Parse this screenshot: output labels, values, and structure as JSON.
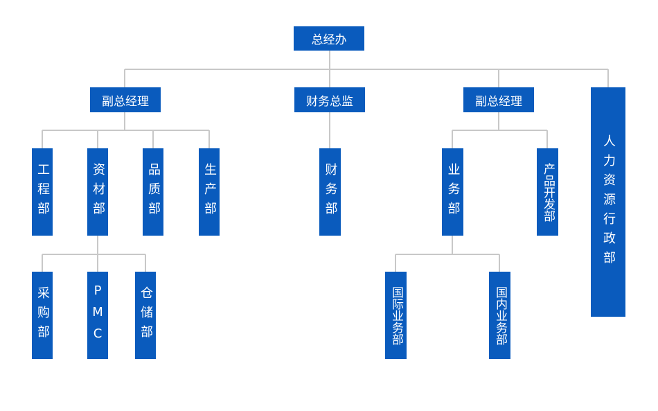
{
  "org": {
    "ceo_office": "总经办",
    "deputy_gm_left": "副总经理",
    "finance_director": "财务总监",
    "deputy_gm_right": "副总经理",
    "hr_admin": "人力资源行政部",
    "engineering": "工程部",
    "materials": "资材部",
    "quality": "品质部",
    "production": "生产部",
    "finance_dept": "财务部",
    "business": "业务部",
    "product_dev": "产品开发部",
    "purchasing": "采购部",
    "pmc": "PMC",
    "warehouse": "仓储部",
    "intl_business": "国际业务部",
    "domestic_business": "国内业务部"
  },
  "colors": {
    "node": "#0a5bbd",
    "line": "#c8c8c8",
    "text": "#ffffff"
  }
}
